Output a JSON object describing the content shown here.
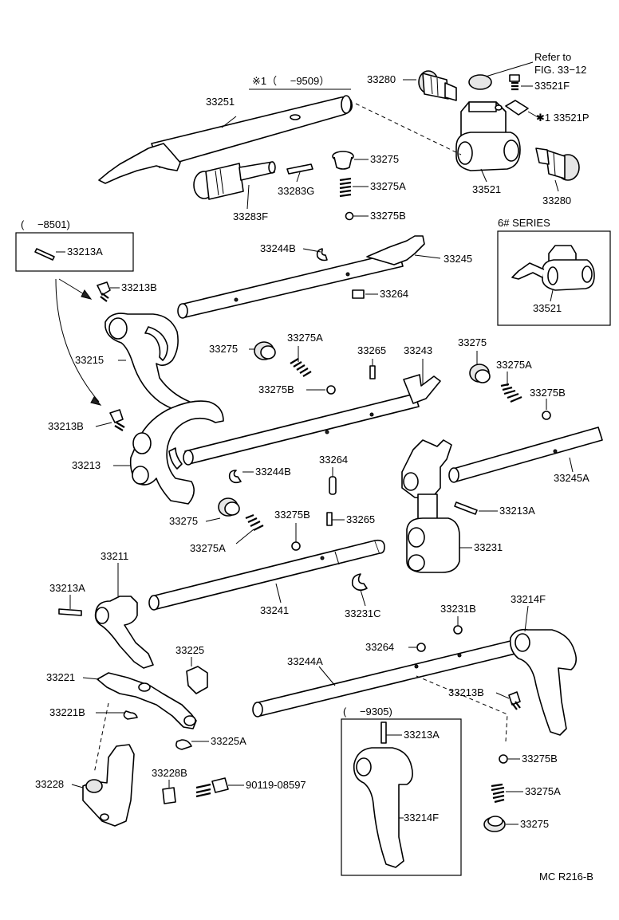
{
  "labels": {
    "l33280a": "33280",
    "l33280b": "33280",
    "refer": "Refer to",
    "fig": "FIG. 33−12",
    "l33521F": "33521F",
    "l33521P": "✱1 33521P",
    "l33521a": "33521",
    "l33521b": "33521",
    "l33251": "33251",
    "l33275a": "33275",
    "l33275b": "33275",
    "l33275c": "33275",
    "l33275d": "33275",
    "l33275e": "33275",
    "l33275Aa": "33275A",
    "l33275Ab": "33275A",
    "l33275Ac": "33275A",
    "l33275Ad": "33275A",
    "l33275Ae": "33275A",
    "l33275Ba": "33275B",
    "l33275Bb": "33275B",
    "l33275Bc": "33275B",
    "l33275Bd": "33275B",
    "l33275Be": "33275B",
    "l33283G": "33283G",
    "l33283F": "33283F",
    "star1": "※1（　  −9509）",
    "p8501": "(　  −8501)",
    "l33213Aa": "33213A",
    "l33213Ab": "33213A",
    "l33213Ac": "33213A",
    "l33213Ad": "33213A",
    "l33213Ba": "33213B",
    "l33213Bb": "33213B",
    "l33213Bc": "33213B",
    "l33244Ba": "33244B",
    "l33244Bb": "33244B",
    "l33245": "33245",
    "l33245A": "33245A",
    "l33264a": "33264",
    "l33264b": "33264",
    "l33264c": "33264",
    "series": "6# SERIES",
    "l33215": "33215",
    "l33265a": "33265",
    "l33265b": "33265",
    "l33243": "33243",
    "l33213": "33213",
    "l33231": "33231",
    "l33211": "33211",
    "l33241": "33241",
    "l33231C": "33231C",
    "l33231B": "33231B",
    "l33214Fa": "33214F",
    "l33214Fb": "33214F",
    "l33225": "33225",
    "l33225A": "33225A",
    "l33221": "33221",
    "l33221B": "33221B",
    "l33244A": "33244A",
    "p9305": "(　  −9305)",
    "l33228": "33228",
    "l33228B": "33228B",
    "l90119": "90119-08597",
    "mcref": "MC R216-B"
  }
}
